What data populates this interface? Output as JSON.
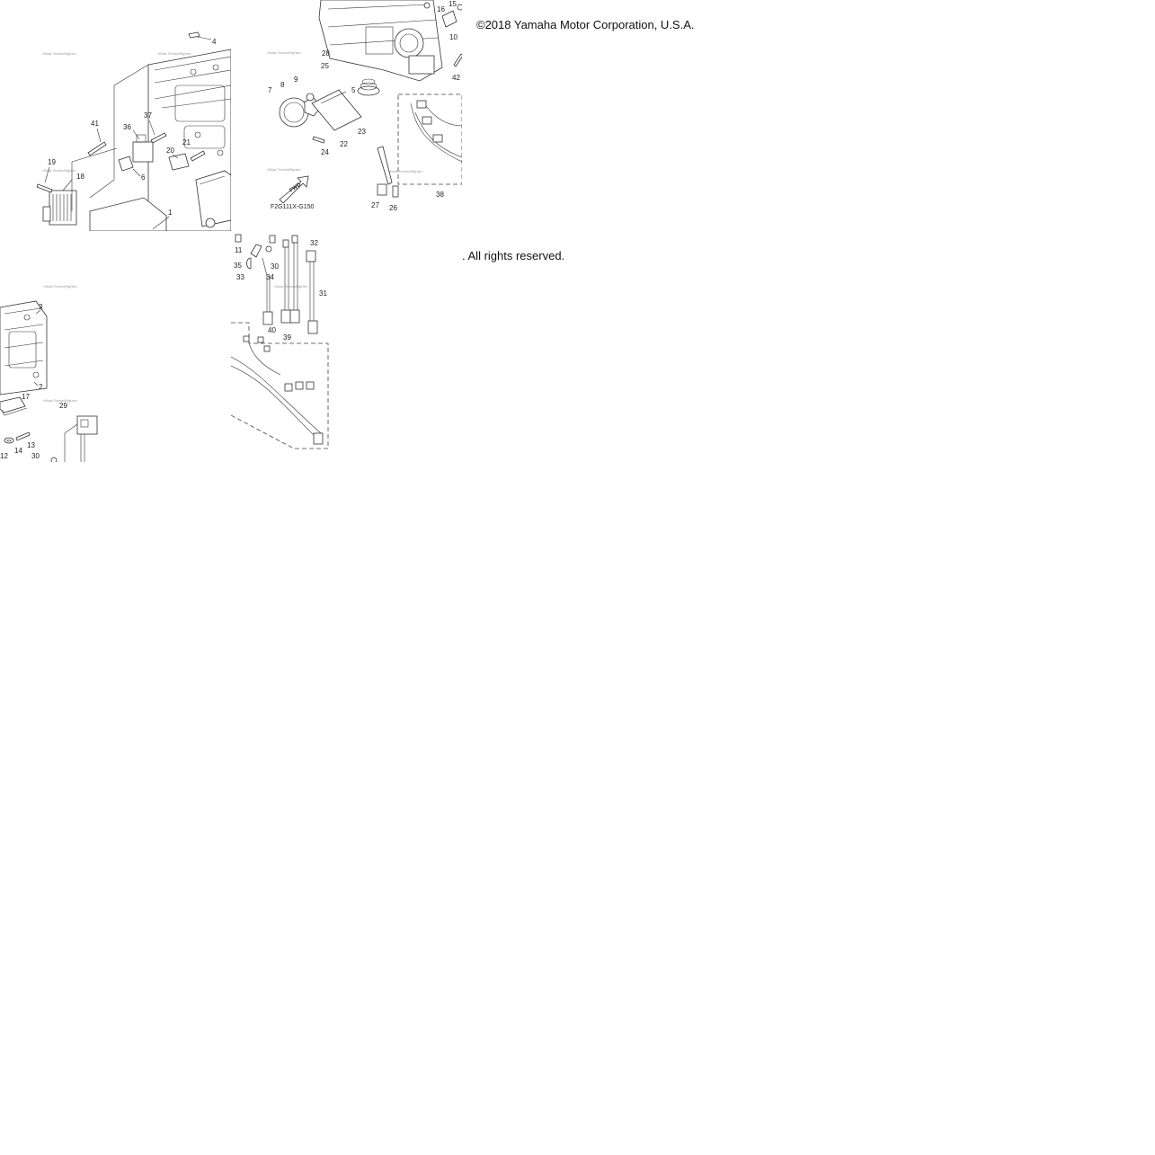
{
  "copyright": {
    "line1": "©2018 Yamaha Motor Corporation, U.S.A.",
    "line2": ". All rights reserved."
  },
  "diagram": {
    "code": "F2G111X-G150",
    "fwd_label": "FWD",
    "watermark": "«Boat TechnoRights»",
    "tiles": {
      "top_left": {
        "callouts": [
          "4",
          "41",
          "36",
          "37",
          "19",
          "18",
          "20",
          "21",
          "6",
          "1"
        ]
      },
      "top_right": {
        "callouts": [
          "15",
          "16",
          "10",
          "28",
          "25",
          "42",
          "7",
          "8",
          "9",
          "5",
          "22",
          "23",
          "24",
          "27",
          "26",
          "38"
        ]
      },
      "bottom_left": {
        "callouts": [
          "3",
          "2",
          "17",
          "29",
          "13",
          "14",
          "12",
          "30"
        ]
      },
      "bottom_right": {
        "callouts": [
          "11",
          "32",
          "35",
          "30",
          "33",
          "34",
          "31",
          "40",
          "39"
        ]
      }
    }
  }
}
